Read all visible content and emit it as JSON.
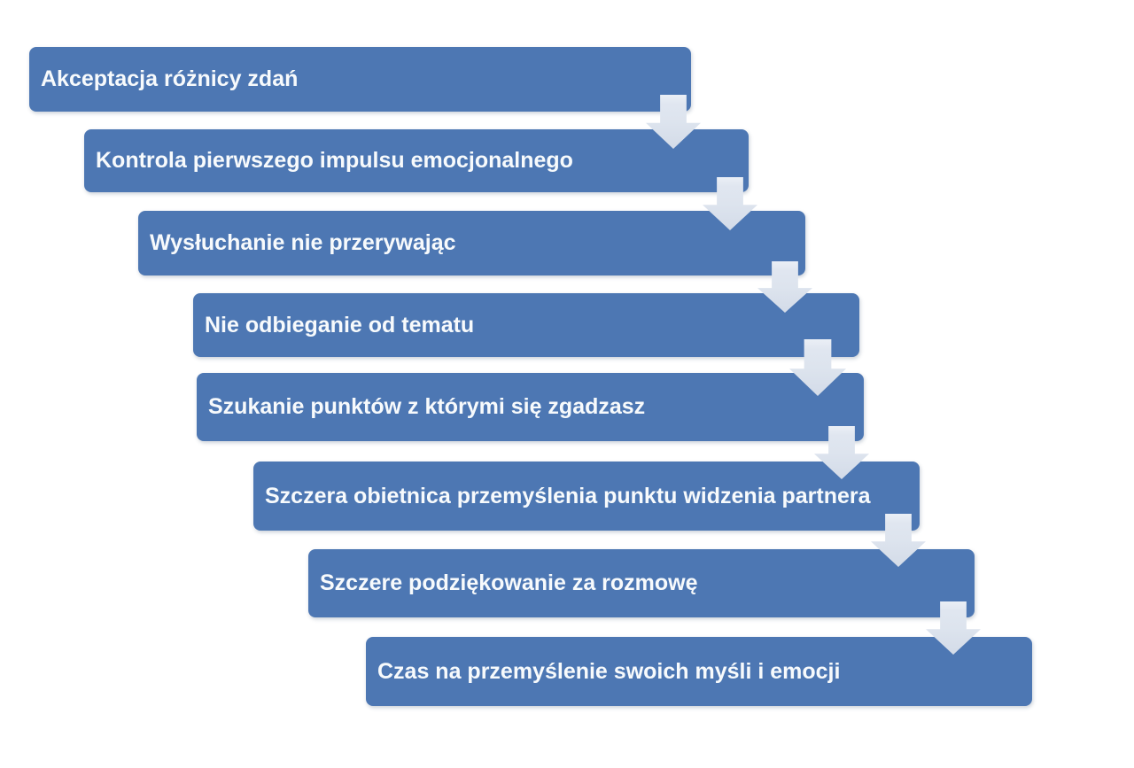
{
  "diagram": {
    "type": "step-down-process",
    "steps": [
      {
        "label": "Akceptacja różnicy zdań"
      },
      {
        "label": "Kontrola pierwszego impulsu emocjonalnego"
      },
      {
        "label": "Wysłuchanie nie przerywając"
      },
      {
        "label": "Nie odbieganie od tematu"
      },
      {
        "label": "Szukanie punktów z którymi się zgadzasz"
      },
      {
        "label": "Szczera obietnica przemyślenia punktu widzenia partnera"
      },
      {
        "label": "Szczere podziękowanie za rozmowę"
      },
      {
        "label": "Czas na przemyślenie swoich myśli i emocji"
      }
    ],
    "colors": {
      "bar": "#4d77b3",
      "arrow": "#dde4ee",
      "text": "#f7fafc",
      "background": "#ffffff"
    }
  }
}
